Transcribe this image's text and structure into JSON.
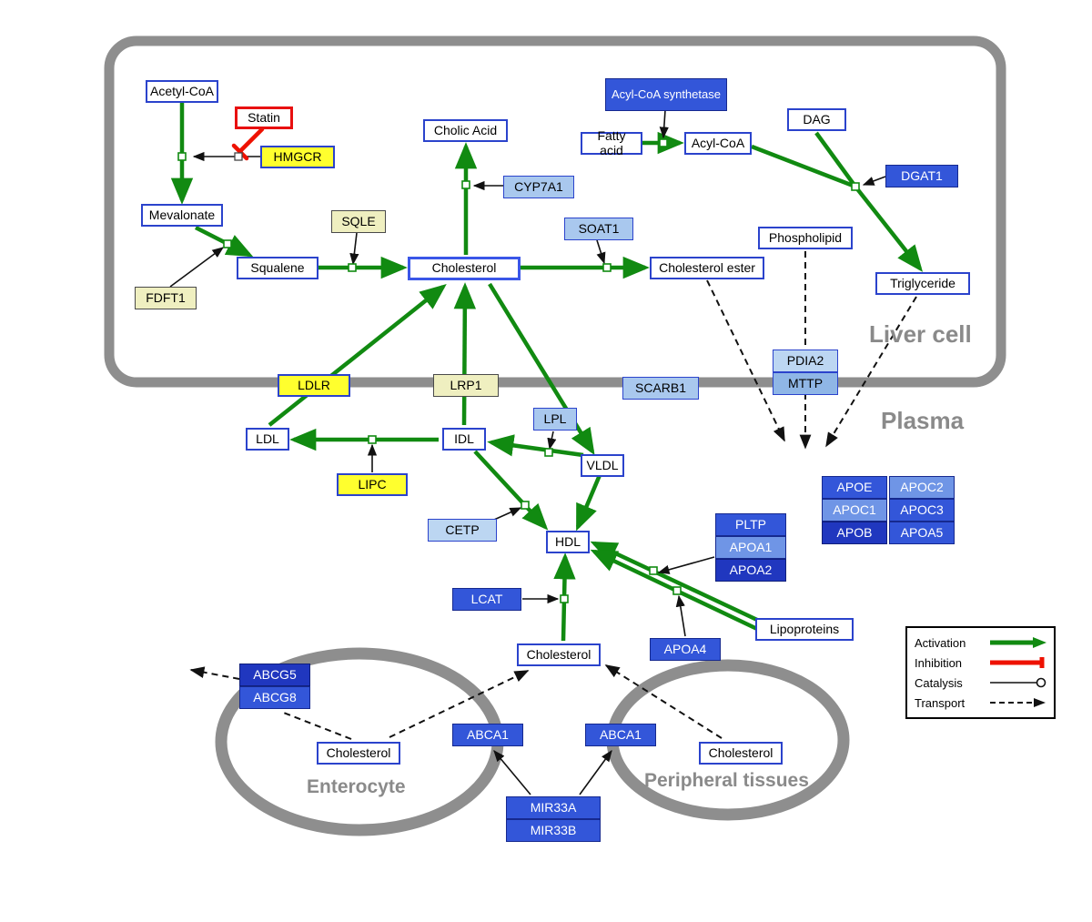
{
  "regions": {
    "liver_cell": "Liver cell",
    "plasma": "Plasma",
    "enterocyte": "Enterocyte",
    "peripheral_tissues": "Peripheral tissues"
  },
  "nodes": {
    "acetyl_coa": "Acetyl-CoA",
    "statin": "Statin",
    "hmgcr": "HMGCR",
    "mevalonate": "Mevalonate",
    "fdft1": "FDFT1",
    "squalene": "Squalene",
    "sqle": "SQLE",
    "cholesterol_liver": "Cholesterol",
    "cholic_acid": "Cholic Acid",
    "cyp7a1": "CYP7A1",
    "soat1": "SOAT1",
    "cholesterol_ester": "Cholesterol ester",
    "fatty_acid": "Fatty acid",
    "acyl_coa": "Acyl-CoA",
    "acyl_coa_synthetase": "Acyl-CoA synthetase",
    "dag": "DAG",
    "dgat1": "DGAT1",
    "phospholipid": "Phospholipid",
    "triglyceride": "Triglyceride",
    "pdia2": "PDIA2",
    "mttp": "MTTP",
    "ldlr": "LDLR",
    "lrp1": "LRP1",
    "scarb1": "SCARB1",
    "ldl": "LDL",
    "idl": "IDL",
    "lpl": "LPL",
    "vldl": "VLDL",
    "lipc": "LIPC",
    "cetp": "CETP",
    "hdl": "HDL",
    "pltp": "PLTP",
    "apoa1": "APOA1",
    "apoa2": "APOA2",
    "apoe": "APOE",
    "apoc2": "APOC2",
    "apoc1": "APOC1",
    "apoc3": "APOC3",
    "apob": "APOB",
    "apoa5": "APOA5",
    "lcat": "LCAT",
    "apoa4": "APOA4",
    "lipoproteins": "Lipoproteins",
    "cholesterol_plasma": "Cholesterol",
    "abcg5": "ABCG5",
    "abcg8": "ABCG8",
    "cholesterol_enterocyte": "Cholesterol",
    "abca1_enterocyte": "ABCA1",
    "abca1_peripheral": "ABCA1",
    "cholesterol_peripheral": "Cholesterol",
    "mir33a": "MIR33A",
    "mir33b": "MIR33B"
  },
  "legend": {
    "activation": "Activation",
    "inhibition": "Inhibition",
    "catalysis": "Catalysis",
    "transport": "Transport"
  },
  "colors": {
    "activation": "#118a11",
    "inhibition": "#ee1100",
    "membrane": "#8e8e8e",
    "highlight_yellow": "#ffff2e",
    "gene_blue": "#3356d9",
    "gene_light_blue": "#a9c8ee"
  }
}
